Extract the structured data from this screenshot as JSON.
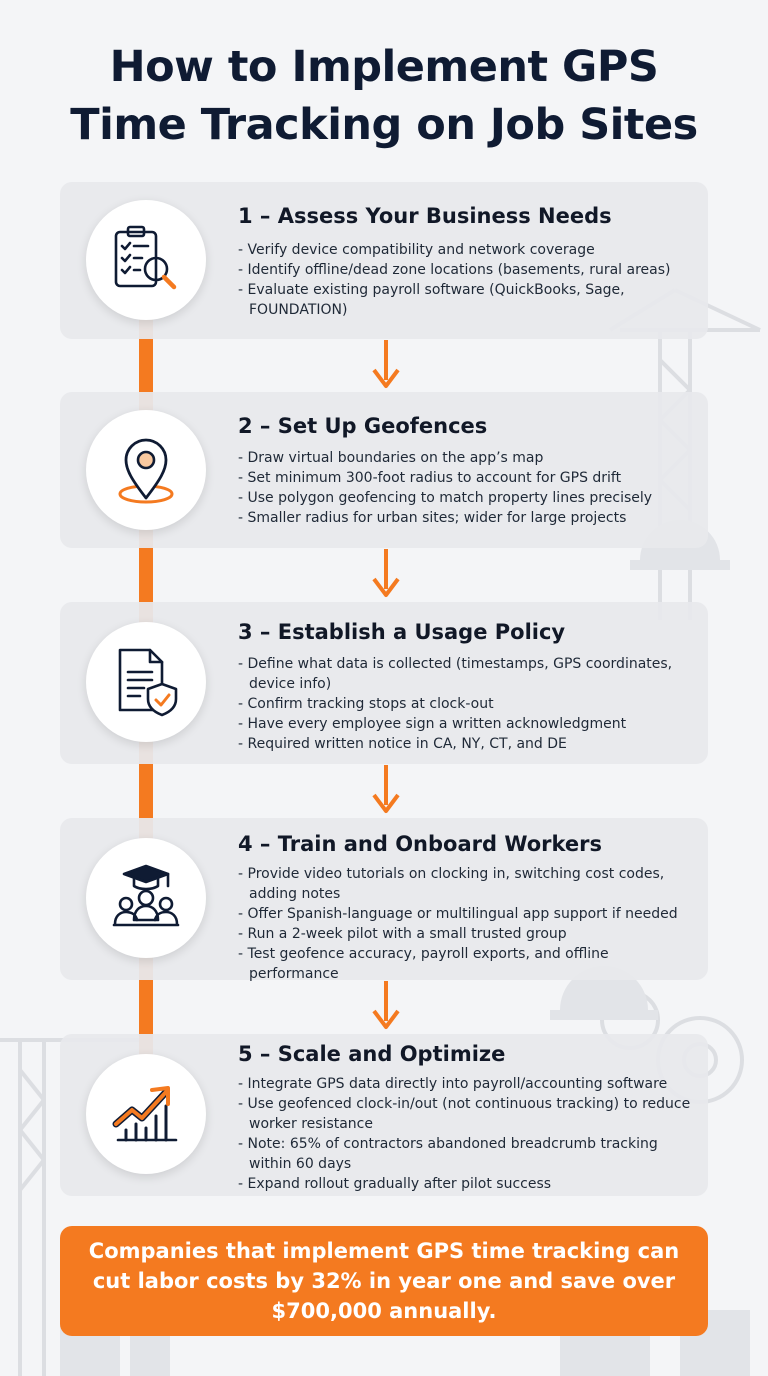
{
  "title": {
    "line1": "How to Implement GPS",
    "line2": "Time Tracking on Job Sites"
  },
  "colors": {
    "accent": "#f47a20",
    "title": "#0f1b33",
    "card": "#e8e9ec",
    "background": "#f4f5f7"
  },
  "steps": [
    {
      "title": "1 – Assess Your Business Needs",
      "icon": "checklist-magnifier-icon",
      "bullets": [
        "Verify device compatibility and network coverage",
        "Identify offline/dead zone locations (basements, rural areas)",
        "Evaluate existing payroll software (QuickBooks, Sage, FOUNDATION)"
      ]
    },
    {
      "title": "2 – Set Up Geofences",
      "icon": "map-pin-icon",
      "bullets": [
        "Draw virtual boundaries on the app’s map",
        "Set minimum 300-foot radius to account for GPS drift",
        "Use polygon geofencing to match property lines precisely",
        "Smaller radius for urban sites; wider for large projects"
      ]
    },
    {
      "title": "3 – Establish a Usage Policy",
      "icon": "document-shield-icon",
      "bullets": [
        "Define what data is collected (timestamps, GPS coordinates, device info)",
        "Confirm tracking stops at clock-out",
        "Have every employee sign a written acknowledgment",
        "Required written notice in CA, NY, CT, and DE"
      ]
    },
    {
      "title": "4 – Train and Onboard Workers",
      "icon": "graduation-group-icon",
      "bullets": [
        "Provide video tutorials on clocking in, switching cost codes, adding notes",
        "Offer Spanish-language or multilingual app support if needed",
        "Run a 2-week pilot with a small trusted group",
        "Test geofence accuracy, payroll exports, and offline performance"
      ]
    },
    {
      "title": "5 – Scale and Optimize",
      "icon": "growth-chart-icon",
      "bullets": [
        "Integrate GPS data directly into payroll/accounting software",
        "Use geofenced clock-in/out (not continuous tracking) to reduce worker resistance",
        "Note: 65% of contractors abandoned breadcrumb tracking within 60 days",
        "Expand rollout gradually after pilot success"
      ]
    }
  ],
  "callout": {
    "text": "Companies that implement GPS time tracking can cut labor costs by 32% in year one and save over $700,000 annually."
  }
}
